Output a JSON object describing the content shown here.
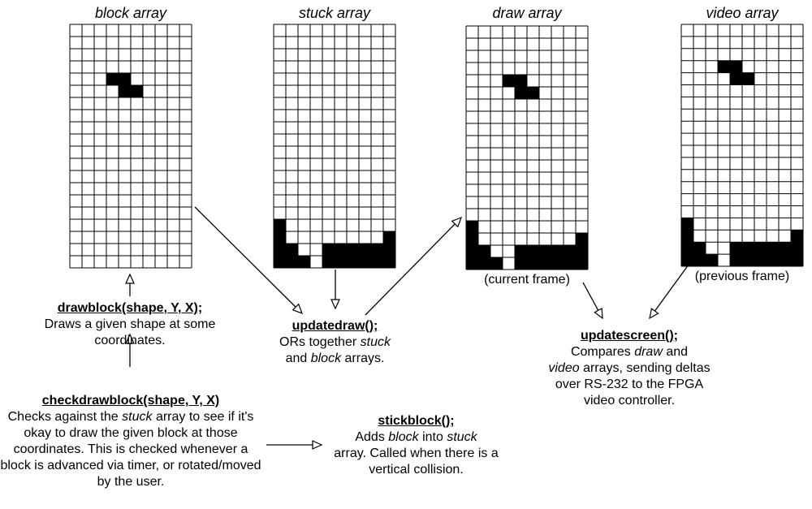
{
  "grids": [
    {
      "id": "block",
      "title": "block array",
      "rows": 20,
      "cols": 10,
      "filled": [
        [
          4,
          3
        ],
        [
          4,
          4
        ],
        [
          5,
          4
        ],
        [
          5,
          5
        ]
      ]
    },
    {
      "id": "stuck",
      "title": "stuck array",
      "rows": 20,
      "cols": 10,
      "filled": [
        [
          16,
          0
        ],
        [
          17,
          0
        ],
        [
          17,
          9
        ],
        [
          18,
          0
        ],
        [
          18,
          1
        ],
        [
          18,
          4
        ],
        [
          18,
          5
        ],
        [
          18,
          6
        ],
        [
          18,
          7
        ],
        [
          18,
          8
        ],
        [
          18,
          9
        ],
        [
          19,
          0
        ],
        [
          19,
          1
        ],
        [
          19,
          2
        ],
        [
          19,
          4
        ],
        [
          19,
          5
        ],
        [
          19,
          6
        ],
        [
          19,
          7
        ],
        [
          19,
          8
        ],
        [
          19,
          9
        ]
      ]
    },
    {
      "id": "draw",
      "title": "draw array",
      "rows": 20,
      "cols": 10,
      "filled": [
        [
          4,
          3
        ],
        [
          4,
          4
        ],
        [
          5,
          4
        ],
        [
          5,
          5
        ],
        [
          16,
          0
        ],
        [
          17,
          0
        ],
        [
          17,
          9
        ],
        [
          18,
          0
        ],
        [
          18,
          1
        ],
        [
          18,
          4
        ],
        [
          18,
          5
        ],
        [
          18,
          6
        ],
        [
          18,
          7
        ],
        [
          18,
          8
        ],
        [
          18,
          9
        ],
        [
          19,
          0
        ],
        [
          19,
          1
        ],
        [
          19,
          2
        ],
        [
          19,
          4
        ],
        [
          19,
          5
        ],
        [
          19,
          6
        ],
        [
          19,
          7
        ],
        [
          19,
          8
        ],
        [
          19,
          9
        ]
      ]
    },
    {
      "id": "video",
      "title": "video array",
      "rows": 20,
      "cols": 10,
      "filled": [
        [
          3,
          3
        ],
        [
          3,
          4
        ],
        [
          4,
          4
        ],
        [
          4,
          5
        ],
        [
          16,
          0
        ],
        [
          17,
          0
        ],
        [
          17,
          9
        ],
        [
          18,
          0
        ],
        [
          18,
          1
        ],
        [
          18,
          4
        ],
        [
          18,
          5
        ],
        [
          18,
          6
        ],
        [
          18,
          7
        ],
        [
          18,
          8
        ],
        [
          18,
          9
        ],
        [
          19,
          0
        ],
        [
          19,
          1
        ],
        [
          19,
          2
        ],
        [
          19,
          4
        ],
        [
          19,
          5
        ],
        [
          19,
          6
        ],
        [
          19,
          7
        ],
        [
          19,
          8
        ],
        [
          19,
          9
        ]
      ]
    }
  ],
  "frame_labels": {
    "draw": "(current frame)",
    "video": "(previous frame)"
  },
  "functions": {
    "drawblock": {
      "name": "drawblock(shape, Y, X);",
      "desc": "Draws a given shape at some coordinates."
    },
    "checkdrawblock": {
      "name": "checkdrawblock(shape, Y, X)",
      "desc_before": "Checks against the ",
      "desc_italic": "stuck",
      "desc_after": " array to see if it's okay to draw the given block at those coordinates. This is checked whenever a block is advanced via timer, or rotated/moved by the user."
    },
    "updatedraw": {
      "name": "updatedraw();",
      "p1": "ORs together ",
      "i1": "stuck",
      "p2": "and ",
      "i2": "block",
      "p3": " arrays."
    },
    "stickblock": {
      "name": "stickblock();",
      "p1": "Adds ",
      "i1": "block",
      "p2": " into ",
      "i2": "stuck",
      "p3": "array. Called when there is a vertical collision."
    },
    "updatescreen": {
      "name": "updatescreen();",
      "p1": "Compares ",
      "i1": "draw",
      "p2": " and ",
      "i2": "video",
      "p3": " arrays, sending deltas over RS-232 to the FPGA video controller."
    }
  }
}
